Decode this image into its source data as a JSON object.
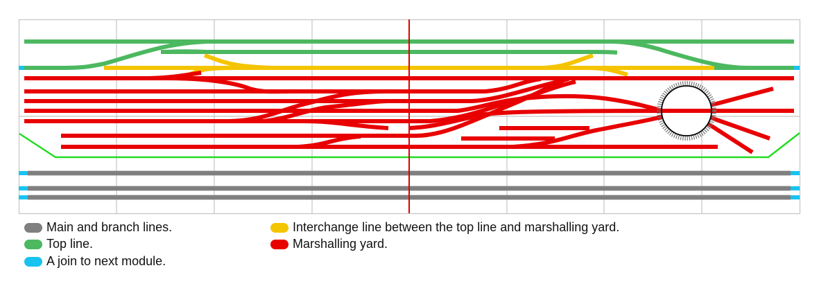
{
  "diagram": {
    "type": "model railway track plan",
    "colors": {
      "main": "#808080",
      "top": "#4cb860",
      "join": "#19c3f0",
      "interchange": "#f5c400",
      "yard": "#e80000",
      "boundary": "#22dd22",
      "module_divider": "#dd0000",
      "grid": "#c0c0c0"
    }
  },
  "legend": [
    {
      "label": "Main and branch lines.",
      "color": "#808080"
    },
    {
      "label": "Top line.",
      "color": "#4cb860"
    },
    {
      "label": "A join to next module.",
      "color": "#19c3f0"
    },
    {
      "label": "Interchange line between the top line and marshalling yard.",
      "color": "#f5c400"
    },
    {
      "label": "Marshalling yard.",
      "color": "#e80000"
    }
  ]
}
